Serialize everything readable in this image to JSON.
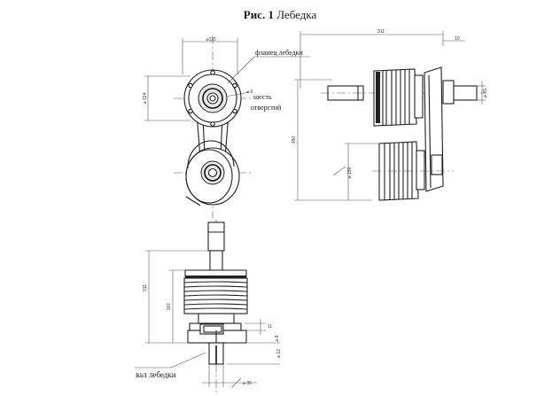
{
  "figure": {
    "title_bold": "Рис. 1",
    "title_rest": " Лебедка"
  },
  "labels": {
    "flange": "фланец лебедки",
    "holes_line1": "шесть",
    "holes_line2": "отверстий",
    "shaft": "вал лебедки"
  },
  "dimensions": {
    "d110": "⌀110",
    "d124": "⌀ 124",
    "holes_sym": "⌀ 9",
    "len311_top": "311",
    "len10": "10",
    "d65": "⌀ 65",
    "len450": "450",
    "d150": "⌀ 150",
    "len311_left": "311",
    "len161": "161",
    "len11": "11",
    "d35": "⌀ 35",
    "d8": "⌀ 8",
    "d12": "⌀ 12"
  }
}
